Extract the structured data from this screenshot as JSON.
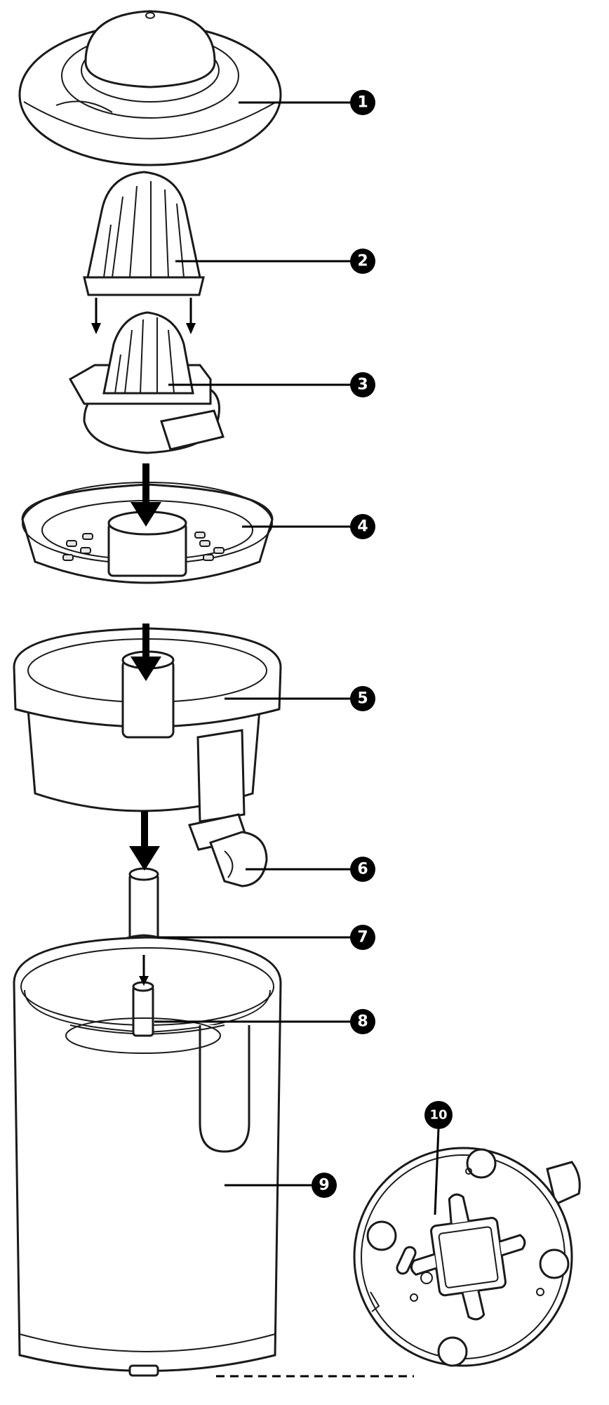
{
  "callouts": [
    {
      "id": "1",
      "label": "1"
    },
    {
      "id": "2",
      "label": "2"
    },
    {
      "id": "3",
      "label": "3"
    },
    {
      "id": "4",
      "label": "4"
    },
    {
      "id": "5",
      "label": "5"
    },
    {
      "id": "6",
      "label": "6"
    },
    {
      "id": "7",
      "label": "7"
    },
    {
      "id": "8",
      "label": "8"
    },
    {
      "id": "9",
      "label": "9"
    },
    {
      "id": "10",
      "label": "10"
    }
  ],
  "colors": {
    "line": "#1a1a1a",
    "callout": "#000000",
    "callout_text": "#ffffff",
    "background": "#ffffff"
  }
}
